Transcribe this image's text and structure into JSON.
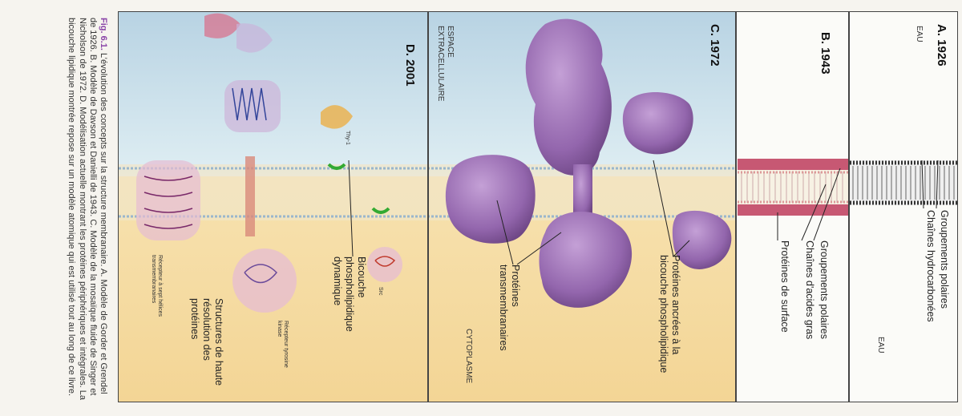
{
  "caption": {
    "fig_label": "Fig. 6.1.",
    "text": " L’évolution des concepts sur la structure membranaire. A. Modèle de Gorder et Grendel de 1926. B. Modèle de Davson et Danielli de 1943. C. Modèle de la mosaïque fluide de Singer et Nicholson de 1972. D. Modélisation actuelle montrant les protéines périphériques et intégrales. La bicouche lipidique montrée repose sur un modèle atomique qui est utilisé tout au long de ce livre."
  },
  "panel_a": {
    "title": "A. 1926",
    "water_top": "EAU",
    "water_bottom": "EAU",
    "label_polar": "Groupements polaires",
    "label_hydro": "Chaînes hydrocarbonées"
  },
  "panel_b": {
    "title": "B. 1943",
    "label_polar": "Groupements polaires",
    "label_fatty": "Chaînes d'acides gras",
    "label_surface": "Protéines de surface"
  },
  "panel_c": {
    "title": "C. 1972",
    "extracellular": "ESPACE EXTRACELLULAIRE",
    "cytoplasm": "CYTOPLASME",
    "label_anchored": "Protéines ancrées à la bicouche phospholipidique",
    "label_transmembrane": "Protéines transmembranaires"
  },
  "panel_d": {
    "title": "D. 2001",
    "label_bilayer": "Bicouche phospholipidique dynamique",
    "label_structures": "Structures de haute résolution des protéines",
    "label_tm1": "Thy-1",
    "label_src": "Src",
    "label_kinase": "Récepteur tyrosine kinase",
    "label_seven": "Récepteur à sept hélices transmembranaires"
  },
  "colors": {
    "purple": "#9b6fb5",
    "water": "#c7dde9",
    "cytoplasm": "#f5dca4",
    "caption_accent": "#8a45a8",
    "membrane_red": "#c75873"
  }
}
